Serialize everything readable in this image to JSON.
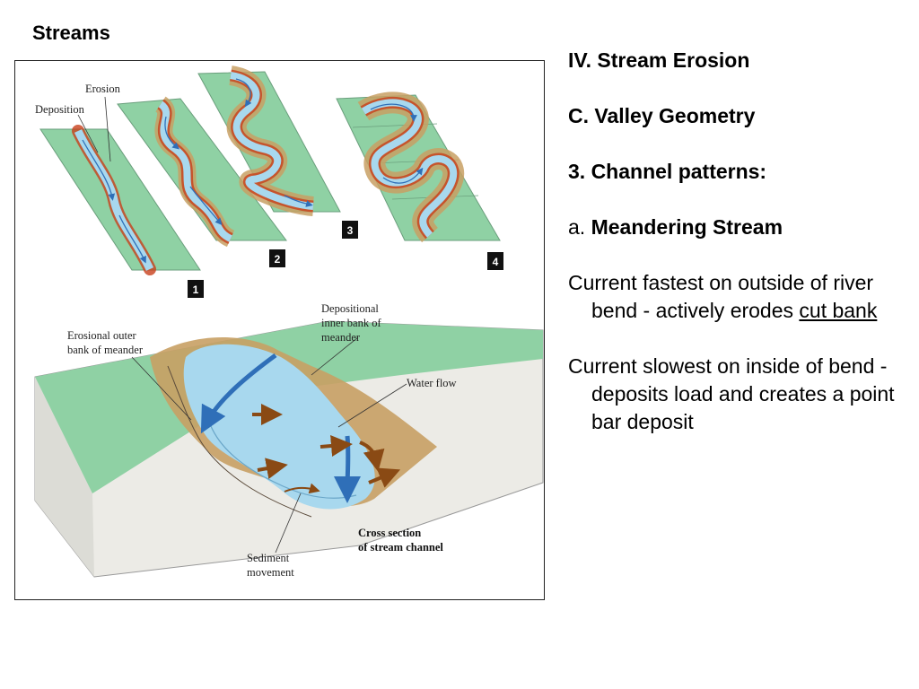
{
  "slide": {
    "title": "Streams",
    "heading1": "IV. Stream Erosion",
    "heading2": "C. Valley Geometry",
    "heading3": "3. Channel patterns:",
    "sub_prefix": "a.",
    "sub_title": "Meandering Stream",
    "para1_text": "Current fastest on outside of river bend - actively erodes",
    "para1_link": "cut bank",
    "para2_text": "Current slowest on inside of bend - deposits load and creates a point bar deposit"
  },
  "figure": {
    "labels": {
      "erosion": "Erosion",
      "deposition": "Deposition",
      "erosional_outer_1": "Erosional outer",
      "erosional_outer_2": "bank of meander",
      "depositional_1": "Depositional",
      "depositional_2": "inner bank of",
      "depositional_3": "meander",
      "water_flow": "Water flow",
      "cross_section_1": "Cross section",
      "cross_section_2": "of stream channel",
      "sediment_1": "Sediment",
      "sediment_2": "movement"
    },
    "panel_numbers": [
      "1",
      "2",
      "3",
      "4"
    ],
    "colors": {
      "land": "#8fd1a4",
      "water": "#a8d8ee",
      "water_dark": "#2f6fb8",
      "erosion_red": "#c8401c",
      "deposit_tan": "#c8a064",
      "soil_base": "#ecebe6"
    }
  }
}
